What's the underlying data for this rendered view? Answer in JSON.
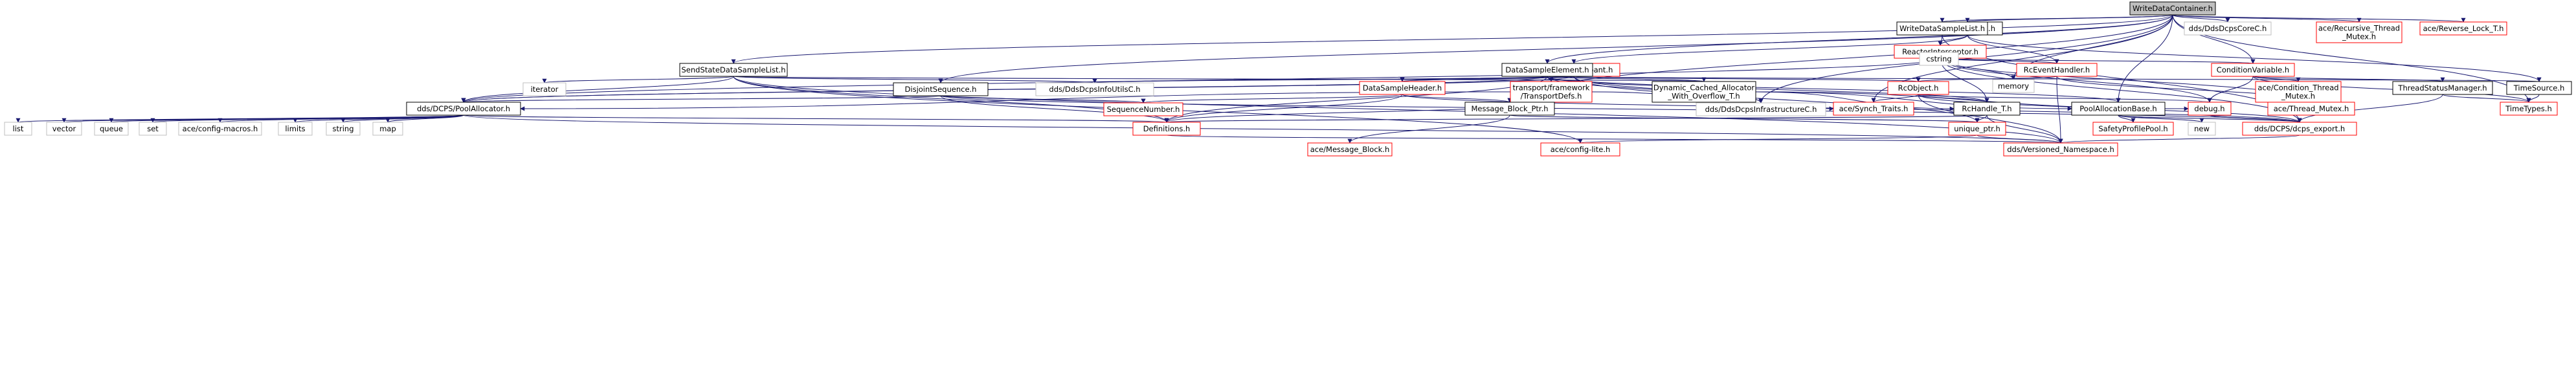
{
  "diagram": {
    "colors": {
      "root_fill": "#bfbfbf",
      "doc_border": "#000000",
      "external_border": "#ff0000",
      "system_border": "#bfbfbf",
      "node_fill": "#ffffff",
      "edge": "#191970"
    },
    "nodes": {
      "root": {
        "label": "WriteDataContainer.h",
        "kind": "root"
      },
      "sporadic": {
        "label": "SporadicTask.h",
        "kind": "doc"
      },
      "wdsl": {
        "label": "WriteDataSampleList.h",
        "kind": "doc"
      },
      "coref": {
        "label": "dds/DdsDcpsCoreC.h",
        "kind": "system"
      },
      "recthread": {
        "label": [
          "ace/Recursive_Thread",
          "_Mutex.h"
        ],
        "kind": "external"
      },
      "revlock": {
        "label": "ace/Reverse_Lock_T.h",
        "kind": "external"
      },
      "reactorint": {
        "label": "ReactorInterceptor.h",
        "kind": "external"
      },
      "cstring": {
        "label": "cstring",
        "kind": "system"
      },
      "servpart": {
        "label": "Service_Participant.h",
        "kind": "external"
      },
      "dse": {
        "label": "DataSampleElement.h",
        "kind": "doc"
      },
      "ssdsl": {
        "label": "SendStateDataSampleList.h",
        "kind": "doc"
      },
      "rcevent": {
        "label": "RcEventHandler.h",
        "kind": "external"
      },
      "condvar": {
        "label": "ConditionVariable.h",
        "kind": "external"
      },
      "iterator": {
        "label": "iterator",
        "kind": "system"
      },
      "dsheader": {
        "label": "DataSampleHeader.h",
        "kind": "external"
      },
      "transdefs": {
        "label": [
          "transport/framework",
          "/TransportDefs.h"
        ],
        "kind": "external"
      },
      "dyncached": {
        "label": [
          "Dynamic_Cached_Allocator",
          "_With_Overflow_T.h"
        ],
        "kind": "doc"
      },
      "rcobject": {
        "label": "RcObject.h",
        "kind": "external"
      },
      "memory": {
        "label": "memory",
        "kind": "system"
      },
      "condthread": {
        "label": [
          "ace/Condition_Thread",
          "_Mutex.h"
        ],
        "kind": "external"
      },
      "threadstat": {
        "label": "ThreadStatusManager.h",
        "kind": "doc"
      },
      "timesource": {
        "label": "TimeSource.h",
        "kind": "doc"
      },
      "disjoint": {
        "label": "DisjointSequence.h",
        "kind": "doc"
      },
      "infoutils": {
        "label": "dds/DdsDcpsInfoUtilsC.h",
        "kind": "system"
      },
      "poolalloc": {
        "label": "dds/DCPS/PoolAllocator.h",
        "kind": "doc"
      },
      "seqnum": {
        "label": "SequenceNumber.h",
        "kind": "external"
      },
      "msgblock": {
        "label": "Message_Block_Ptr.h",
        "kind": "doc"
      },
      "infrac": {
        "label": "dds/DdsDcpsInfrastructureC.h",
        "kind": "system"
      },
      "synchtraits": {
        "label": "ace/Synch_Traits.h",
        "kind": "external"
      },
      "rchandle": {
        "label": "RcHandle_T.h",
        "kind": "doc"
      },
      "poolallocbase": {
        "label": "PoolAllocationBase.h",
        "kind": "doc"
      },
      "debug": {
        "label": "debug.h",
        "kind": "external"
      },
      "acethread": {
        "label": "ace/Thread_Mutex.h",
        "kind": "external"
      },
      "timetypes": {
        "label": "TimeTypes.h",
        "kind": "external"
      },
      "list": {
        "label": "list",
        "kind": "system"
      },
      "vector": {
        "label": "vector",
        "kind": "system"
      },
      "queue": {
        "label": "queue",
        "kind": "system"
      },
      "set": {
        "label": "set",
        "kind": "system"
      },
      "aceconfigmacros": {
        "label": "ace/config-macros.h",
        "kind": "system"
      },
      "limits": {
        "label": "limits",
        "kind": "system"
      },
      "string": {
        "label": "string",
        "kind": "system"
      },
      "map": {
        "label": "map",
        "kind": "system"
      },
      "definitions": {
        "label": "Definitions.h",
        "kind": "external"
      },
      "uniqueptr": {
        "label": "unique_ptr.h",
        "kind": "external"
      },
      "safetyprofile": {
        "label": "SafetyProfilePool.h",
        "kind": "external"
      },
      "new": {
        "label": "new",
        "kind": "system"
      },
      "dcpsexport": {
        "label": "dds/DCPS/dcps_export.h",
        "kind": "external"
      },
      "acemsgblock": {
        "label": "ace/Message_Block.h",
        "kind": "external"
      },
      "aceconfiglite": {
        "label": "ace/config-lite.h",
        "kind": "external"
      },
      "versioned": {
        "label": "dds/Versioned_Namespace.h",
        "kind": "external"
      }
    },
    "edges": [
      [
        "root",
        "sporadic"
      ],
      [
        "root",
        "wdsl"
      ],
      [
        "root",
        "coref"
      ],
      [
        "root",
        "recthread"
      ],
      [
        "root",
        "revlock"
      ],
      [
        "root",
        "ssdsl"
      ],
      [
        "root",
        "dse"
      ],
      [
        "root",
        "disjoint"
      ],
      [
        "root",
        "condvar"
      ],
      [
        "root",
        "msgblock"
      ],
      [
        "root",
        "infrac"
      ],
      [
        "root",
        "synchtraits"
      ],
      [
        "root",
        "poolallocbase"
      ],
      [
        "root",
        "memory"
      ],
      [
        "root",
        "timetypes"
      ],
      [
        "sporadic",
        "reactorint"
      ],
      [
        "sporadic",
        "servpart"
      ],
      [
        "sporadic",
        "rcevent"
      ],
      [
        "sporadic",
        "timesource"
      ],
      [
        "wdsl",
        "cstring"
      ],
      [
        "wdsl",
        "dcpsexport"
      ],
      [
        "reactorint",
        "rcevent"
      ],
      [
        "reactorint",
        "condvar"
      ],
      [
        "reactorint",
        "poolalloc"
      ],
      [
        "reactorint",
        "rchandle"
      ],
      [
        "reactorint",
        "acethread"
      ],
      [
        "reactorint",
        "dcpsexport"
      ],
      [
        "reactorint",
        "memory"
      ],
      [
        "reactorint",
        "debug"
      ],
      [
        "servpart",
        "infoutils"
      ],
      [
        "servpart",
        "uniqueptr"
      ],
      [
        "servpart",
        "infrac"
      ],
      [
        "servpart",
        "rcobject"
      ],
      [
        "servpart",
        "poolalloc"
      ],
      [
        "servpart",
        "dsheader"
      ],
      [
        "dse",
        "infoutils"
      ],
      [
        "dse",
        "dsheader"
      ],
      [
        "dse",
        "transdefs"
      ],
      [
        "dse",
        "dyncached"
      ],
      [
        "dse",
        "poolalloc"
      ],
      [
        "dse",
        "rchandle"
      ],
      [
        "dse",
        "definitions"
      ],
      [
        "dse",
        "poolallocbase"
      ],
      [
        "dse",
        "timesource"
      ],
      [
        "dse",
        "infrac"
      ],
      [
        "ssdsl",
        "iterator"
      ],
      [
        "ssdsl",
        "infoutils"
      ],
      [
        "ssdsl",
        "poolalloc"
      ],
      [
        "ssdsl",
        "definitions"
      ],
      [
        "ssdsl",
        "aceconfiglite"
      ],
      [
        "ssdsl",
        "dyncached"
      ],
      [
        "ssdsl",
        "versioned"
      ],
      [
        "rcevent",
        "rcobject"
      ],
      [
        "rcevent",
        "acethread"
      ],
      [
        "rcevent",
        "versioned"
      ],
      [
        "condvar",
        "condthread"
      ],
      [
        "condvar",
        "threadstat"
      ],
      [
        "condvar",
        "timetypes"
      ],
      [
        "condvar",
        "debug"
      ],
      [
        "dsheader",
        "seqnum"
      ],
      [
        "dsheader",
        "definitions"
      ],
      [
        "dsheader",
        "msgblock"
      ],
      [
        "dsheader",
        "dcpsexport"
      ],
      [
        "transdefs",
        "synchtraits"
      ],
      [
        "transdefs",
        "definitions"
      ],
      [
        "transdefs",
        "poolalloc"
      ],
      [
        "dyncached",
        "debug"
      ],
      [
        "dyncached",
        "poolallocbase"
      ],
      [
        "dyncached",
        "rchandle"
      ],
      [
        "rcobject",
        "rchandle"
      ],
      [
        "rcobject",
        "synchtraits"
      ],
      [
        "rcobject",
        "debug"
      ],
      [
        "rcobject",
        "dcpsexport"
      ],
      [
        "rcobject",
        "versioned"
      ],
      [
        "condthread",
        "acethread"
      ],
      [
        "threadstat",
        "timetypes"
      ],
      [
        "threadstat",
        "dcpsexport"
      ],
      [
        "timesource",
        "timetypes"
      ],
      [
        "disjoint",
        "poolalloc"
      ],
      [
        "disjoint",
        "seqnum"
      ],
      [
        "disjoint",
        "definitions"
      ],
      [
        "disjoint",
        "dcpsexport"
      ],
      [
        "poolalloc",
        "list"
      ],
      [
        "poolalloc",
        "vector"
      ],
      [
        "poolalloc",
        "queue"
      ],
      [
        "poolalloc",
        "set"
      ],
      [
        "poolalloc",
        "aceconfigmacros"
      ],
      [
        "poolalloc",
        "limits"
      ],
      [
        "poolalloc",
        "string"
      ],
      [
        "poolalloc",
        "map"
      ],
      [
        "poolalloc",
        "definitions"
      ],
      [
        "poolalloc",
        "versioned"
      ],
      [
        "msgblock",
        "acemsgblock"
      ],
      [
        "msgblock",
        "uniqueptr"
      ],
      [
        "rchandle",
        "uniqueptr"
      ],
      [
        "rchandle",
        "definitions"
      ],
      [
        "rchandle",
        "versioned"
      ],
      [
        "poolallocbase",
        "safetyprofile"
      ],
      [
        "poolallocbase",
        "new"
      ],
      [
        "poolallocbase",
        "dcpsexport"
      ],
      [
        "debug",
        "dcpsexport"
      ],
      [
        "definitions",
        "versioned"
      ],
      [
        "uniqueptr",
        "aceconfiglite"
      ],
      [
        "uniqueptr",
        "versioned"
      ],
      [
        "dcpsexport",
        "versioned"
      ]
    ]
  }
}
